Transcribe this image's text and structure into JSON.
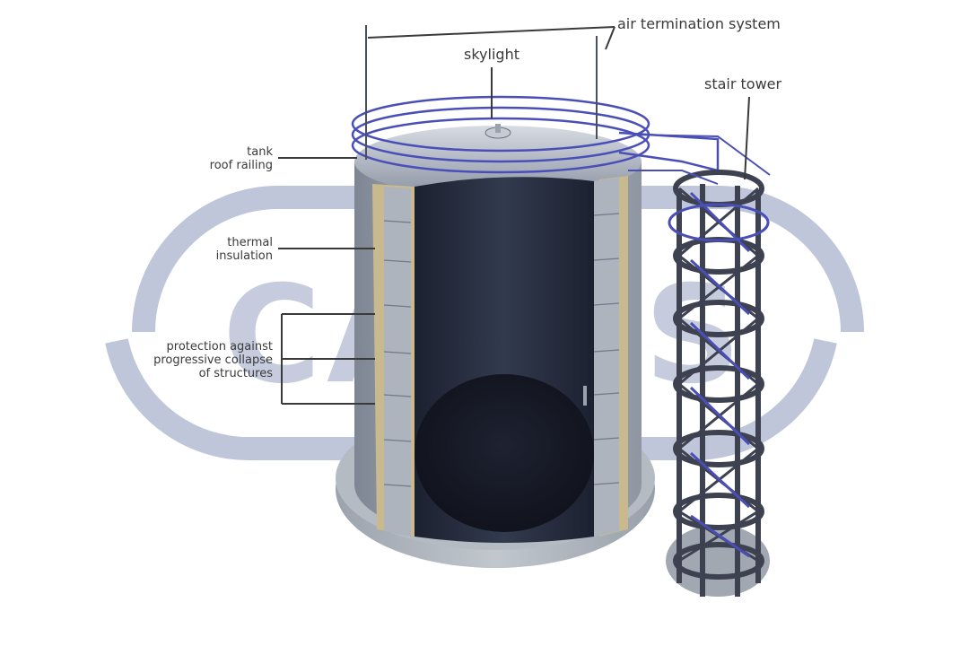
{
  "labels": {
    "air_termination": "air termination system",
    "skylight": "skylight",
    "stair_tower": "stair tower",
    "roof_railing_line1": "tank",
    "roof_railing_line2": "roof railing",
    "thermal_line1": "thermal",
    "thermal_line2": "insulation",
    "protection_line1": "protection against",
    "protection_line2": "progressive collapse",
    "protection_line3": "of structures"
  },
  "watermark": {
    "text": "CAPPS",
    "color": "#b9c0d6"
  },
  "colors": {
    "tank_shell": "#9aa2ad",
    "tank_interior": "#262b3a",
    "railing": "#4a4fb8",
    "frame": "#3d4150",
    "foundation": "#aab0b8",
    "leader_line": "#3a3a3a"
  }
}
